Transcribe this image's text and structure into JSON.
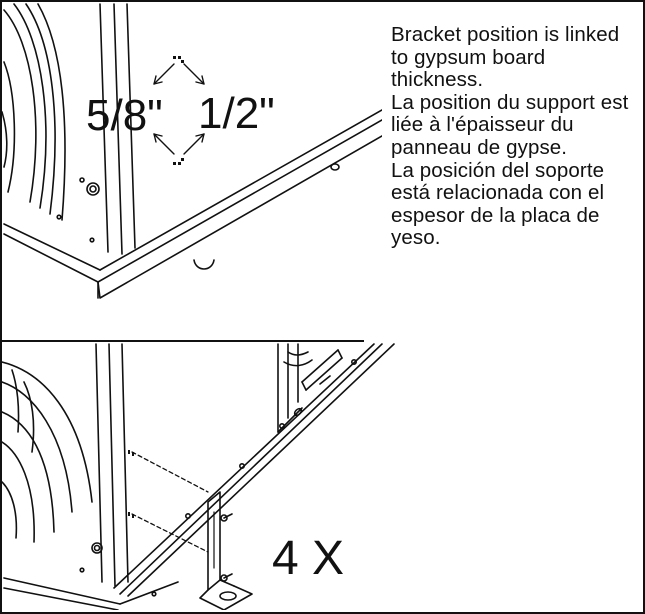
{
  "annotations": {
    "dimension_left": "5/8\"",
    "dimension_right": "1/2\"",
    "quantity": "4 X"
  },
  "note": {
    "english": "Bracket position is linked to gypsum board thickness.",
    "french": "La position du support est liée à l'épaisseur du panneau de gypse.",
    "spanish": "La posición del soporte está relacionada con el espesor de la placa de yeso."
  },
  "colors": {
    "line": "#111111",
    "background": "#ffffff"
  }
}
